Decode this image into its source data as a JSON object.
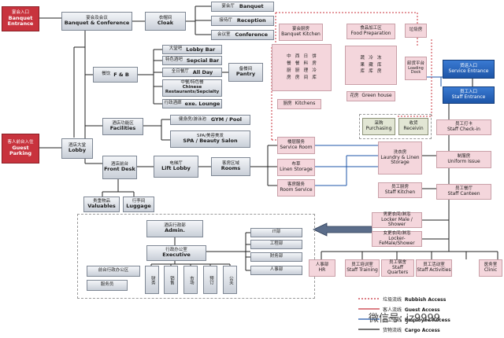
{
  "colors": {
    "hotel_flow": "#c8333d",
    "staff_flow": "#1d55a8",
    "grey_box": "#c9cfd8",
    "pink_box": "#f4d6dc",
    "tan_box": "#e2e6d4"
  },
  "nodes": {
    "banquet_entrance": {
      "zh": "宴会入口",
      "en": "Banquet Entrance"
    },
    "guest_parking": {
      "zh": "客人前台入住",
      "en": "Guest Parking"
    },
    "banquet_conf": {
      "zh": "宴会及会议",
      "en": "Banquet & Conference"
    },
    "cloak": {
      "zh": "衣帽间",
      "en": "Cloak"
    },
    "banquet": {
      "zh": "宴会厅",
      "en": "Banquet"
    },
    "reception": {
      "zh": "接待厅",
      "en": "Reception"
    },
    "conference": {
      "zh": "会议室",
      "en": "Conference"
    },
    "fnb": {
      "zh": "餐饮",
      "en": "F & B"
    },
    "lobby_bar": {
      "zh": "大堂吧",
      "en": "Lobby Bar"
    },
    "special_bar": {
      "zh": "特色酒吧",
      "en": "Sepcial Bar"
    },
    "all_day": {
      "zh": "全日餐厅",
      "en": "All Day"
    },
    "chinese": {
      "zh": "中餐/特色餐",
      "en": "Chinese Restaurants/Sepcialty"
    },
    "exe_lounge": {
      "zh": "行政酒廊",
      "en": "exe. Lounge"
    },
    "pantry": {
      "zh": "备餐间",
      "en": "Pantry"
    },
    "facilities": {
      "zh": "酒店功能区",
      "en": "Facilities"
    },
    "gym": {
      "zh": "健身房/游泳池",
      "en": "GYM / Pool"
    },
    "spa": {
      "zh": "SPA/美容美发",
      "en": "SPA / Beauty Salon"
    },
    "lobby": {
      "zh": "酒店大堂",
      "en": "Lobby"
    },
    "front_desk": {
      "zh": "酒店前台",
      "en": "Front Desk"
    },
    "lift_lobby": {
      "zh": "电梯厅",
      "en": "Lift Lobby"
    },
    "rooms": {
      "zh": "客房区域",
      "en": "Rooms"
    },
    "valuables": {
      "zh": "贵重物品",
      "en": "Valuables"
    },
    "luggage": {
      "zh": "行李间",
      "en": "Luggage"
    },
    "banquet_kitchen": {
      "zh": "宴会厨房",
      "en": "Banquet Kitchen"
    },
    "food_prep": {
      "zh": "食品加工区",
      "en": "Food Preparation"
    },
    "rubbish_room": {
      "zh": "垃圾房",
      "en": ""
    },
    "kitchens": {
      "zh": "厨房",
      "en": "Kitchens"
    },
    "green_house": {
      "zh": "花房",
      "en": "Green house"
    },
    "loading_dock": {
      "zh": "卸货平台",
      "en": "Loading Dock"
    },
    "purchasing": {
      "zh": "采购",
      "en": "Purchasing"
    },
    "receiving": {
      "zh": "收货",
      "en": "Receivin"
    },
    "service_entrance": {
      "zh": "货运入口",
      "en": "Service Entrance"
    },
    "staff_entrance": {
      "zh": "员工入口",
      "en": "Staff Entrance"
    },
    "staff_checkin": {
      "zh": "员工打卡",
      "en": "Staff Check-in"
    },
    "service_room": {
      "zh": "楼层服务",
      "en": "Service Room"
    },
    "linen_storage": {
      "zh": "布草",
      "en": "Linen Storage"
    },
    "room_service": {
      "zh": "客房服务",
      "en": "Room Service"
    },
    "laundry": {
      "zh": "洗衣房",
      "en": "Laundry & Linen Storage"
    },
    "uniform": {
      "zh": "制服房",
      "en": "Uniform Issue"
    },
    "staff_kitchen": {
      "zh": "员工厨房",
      "en": "Staff Kitchen"
    },
    "staff_canteen": {
      "zh": "员工餐厅",
      "en": "Staff Canteen"
    },
    "locker_male": {
      "zh": "男更衣间/淋浴",
      "en": "Locker Male / Shower"
    },
    "locker_female": {
      "zh": "女更衣间/淋浴",
      "en": "Locker-FeMale/Shower"
    },
    "admin": {
      "zh": "酒店行政部",
      "en": "Admin."
    },
    "executive": {
      "zh": "行政办公室",
      "en": "Executive"
    },
    "it": {
      "zh": "IT部",
      "en": ""
    },
    "engineering": {
      "zh": "工程部",
      "en": ""
    },
    "accounting": {
      "zh": "财务部",
      "en": ""
    },
    "hr": {
      "zh": "人事部",
      "en": ""
    },
    "front_office": {
      "zh": "前台行政办公区",
      "en": ""
    },
    "service_staff": {
      "zh": "服务员",
      "en": ""
    },
    "finance": {
      "zh": "财务",
      "en": ""
    },
    "sales": {
      "zh": "销售",
      "en": ""
    },
    "marketing": {
      "zh": "市场",
      "en": ""
    },
    "reservation": {
      "zh": "预订",
      "en": ""
    },
    "pr": {
      "zh": "公关",
      "en": ""
    },
    "hr2": {
      "zh": "人事部",
      "en": "HR"
    },
    "staff_training": {
      "zh": "员工培训室",
      "en": "Staff Training"
    },
    "staff_quarters": {
      "zh": "员工宿舍",
      "en": "Staff Quarters"
    },
    "staff_activities": {
      "zh": "员工活动室",
      "en": "Staff Activities"
    },
    "clinic": {
      "zh": "医务室",
      "en": "Clinic"
    }
  },
  "legend": [
    {
      "zh": "垃圾流线",
      "en": "Rubbish Access"
    },
    {
      "zh": "客人流线",
      "en": "Guest Access"
    },
    {
      "zh": "员工流线",
      "en": "Employee Access"
    },
    {
      "zh": "货物流线",
      "en": "Cargo Access"
    }
  ],
  "watermark": "微信号: jz9999"
}
